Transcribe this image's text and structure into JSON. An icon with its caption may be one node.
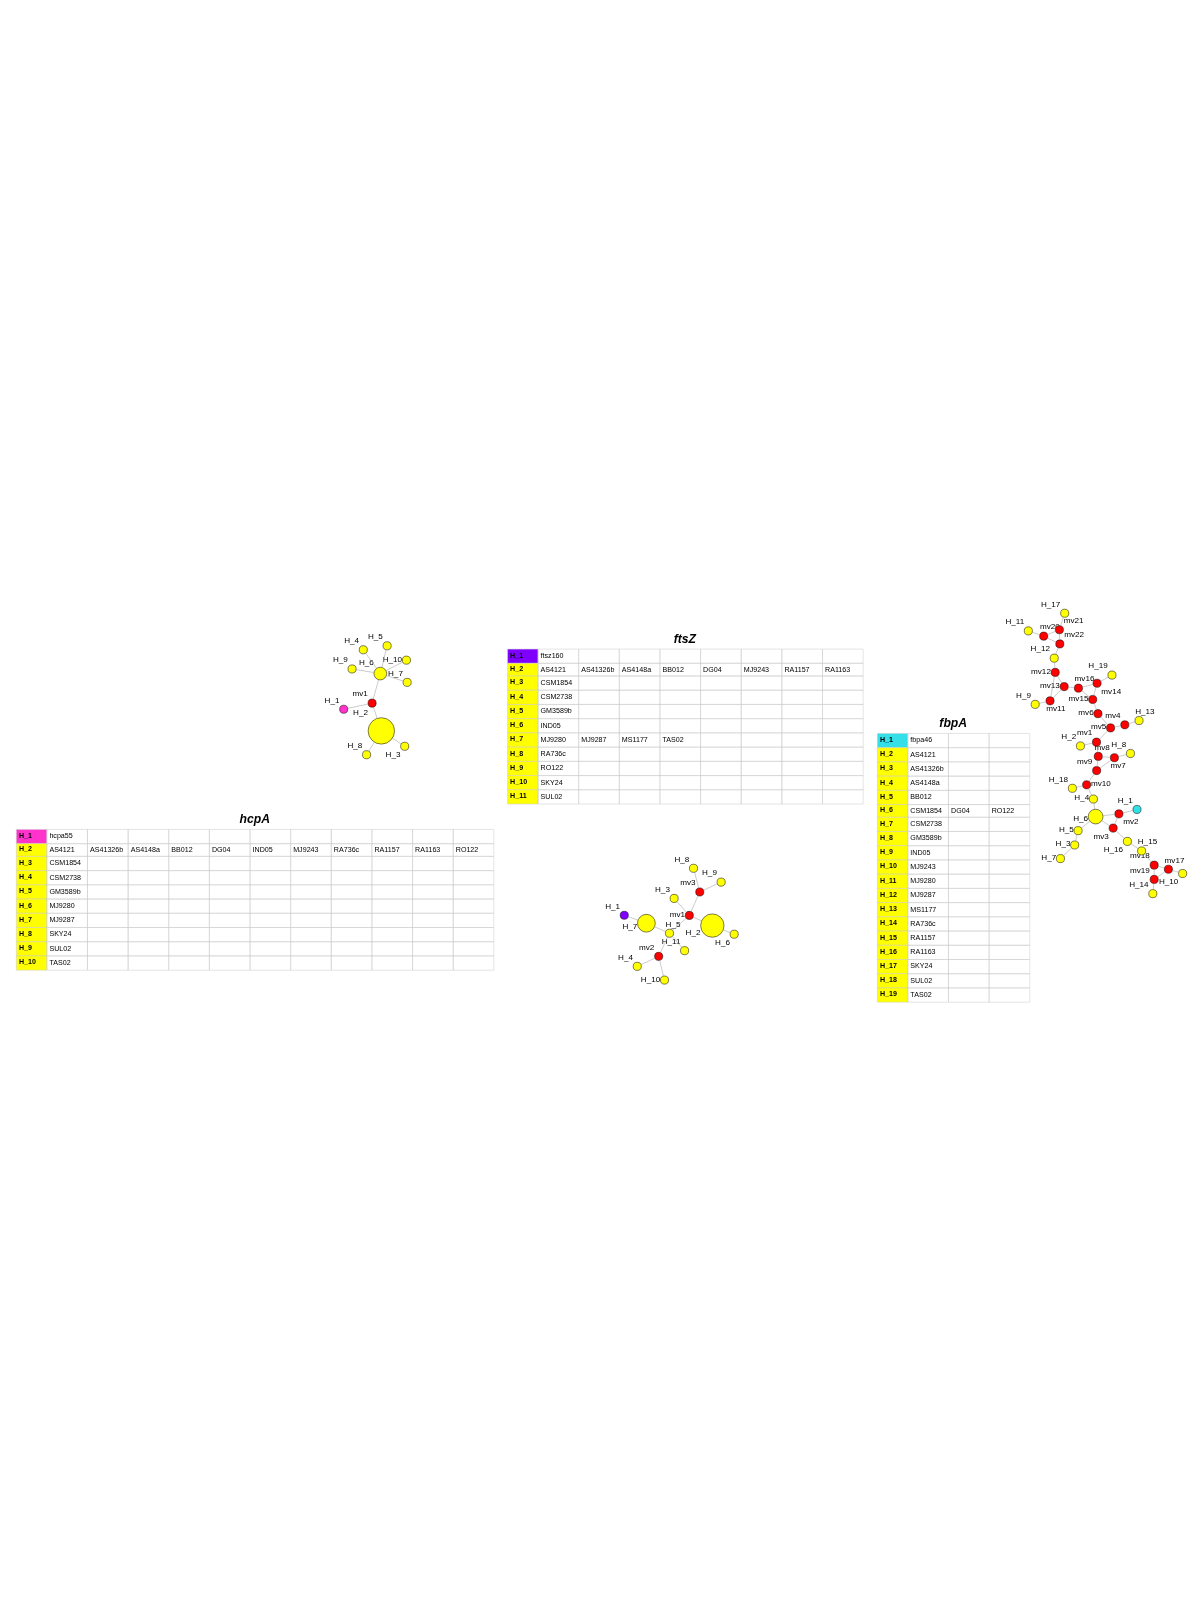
{
  "diagram": {
    "nodes": [
      {
        "text": [
          "H_4"
        ]
      },
      {
        "text": [
          "H_7"
        ]
      },
      {
        "text": [
          "H_9"
        ]
      },
      {
        "text": [
          "H_5"
        ]
      },
      {
        "text": [
          "H_10"
        ]
      },
      {
        "text": [
          "H_6"
        ]
      },
      {
        "text": [
          "H_8"
        ]
      },
      {
        "text": [
          "H_2"
        ]
      },
      {
        "text": [
          "H_3"
        ]
      },
      {
        "text": [
          "mv1"
        ]
      },
      {
        "text": [
          "H_1"
        ]
      },
      {
        "text": [
          "H_1"
        ]
      },
      {
        "text": [
          "H_6"
        ]
      },
      {
        "text": [
          "H_11"
        ]
      },
      {
        "text": [
          "H_8"
        ]
      },
      {
        "text": [
          "H_2"
        ]
      },
      {
        "text": [
          "H_7"
        ]
      },
      {
        "text": [
          "H_10"
        ]
      },
      {
        "text": [
          "H_5"
        ]
      },
      {
        "text": [
          "H_3"
        ]
      },
      {
        "text": [
          "mv2"
        ]
      },
      {
        "text": [
          "mv1"
        ]
      },
      {
        "text": [
          "H_4"
        ]
      },
      {
        "text": [
          "mv3"
        ]
      },
      {
        "text": [
          "H_9"
        ]
      },
      {
        "text": [
          "H_14"
        ]
      },
      {
        "text": [
          "H_1"
        ]
      },
      {
        "text": [
          "H_18"
        ]
      },
      {
        "text": [
          "mv2"
        ]
      },
      {
        "text": [
          "H_10"
        ]
      },
      {
        "text": [
          "mv3"
        ]
      },
      {
        "text": [
          "H_4"
        ]
      },
      {
        "text": [
          "mv19"
        ]
      },
      {
        "text": [
          "mv17"
        ]
      },
      {
        "text": [
          "H_6"
        ]
      },
      {
        "text": [
          "mv18"
        ]
      },
      {
        "text": [
          "H_11"
        ]
      },
      {
        "text": [
          "H_16"
        ]
      },
      {
        "text": [
          "H_8"
        ]
      },
      {
        "text": [
          "H_5"
        ]
      },
      {
        "text": [
          "H_15"
        ]
      },
      {
        "text": [
          "mv10"
        ]
      },
      {
        "text": [
          "mv7"
        ]
      },
      {
        "text": [
          "H_3"
        ]
      },
      {
        "text": [
          "mv9"
        ]
      },
      {
        "text": [
          "mv15"
        ]
      },
      {
        "text": [
          "mv8"
        ]
      },
      {
        "text": [
          "mv16"
        ]
      },
      {
        "text": [
          "H_12"
        ]
      },
      {
        "text": [
          "mv14"
        ]
      },
      {
        "text": [
          "H_7"
        ]
      },
      {
        "text": [
          "mv1"
        ]
      },
      {
        "text": [
          "mv5"
        ]
      },
      {
        "text": [
          "mv13"
        ]
      },
      {
        "text": [
          "mv6"
        ]
      },
      {
        "text": [
          "mv12"
        ]
      },
      {
        "text": [
          "mv4"
        ]
      },
      {
        "text": [
          "mv11"
        ]
      },
      {
        "text": [
          "H_2"
        ]
      },
      {
        "text": [
          "mv22"
        ]
      },
      {
        "text": [
          "H_19"
        ]
      },
      {
        "text": [
          "mv20"
        ]
      },
      {
        "text": [
          "H_13"
        ]
      },
      {
        "text": [
          "H_9"
        ]
      },
      {
        "text": [
          "mv21"
        ]
      },
      {
        "text": [
          "H_17"
        ]
      }
    ],
    "edges": [
      {
        "from": 10,
        "to": 9,
        "arrow": "none"
      },
      {
        "from": 9,
        "to": 5,
        "arrow": "none"
      },
      {
        "from": 9,
        "to": 7,
        "arrow": "none"
      },
      {
        "from": 5,
        "to": 0,
        "arrow": "none"
      },
      {
        "from": 5,
        "to": 1,
        "arrow": "none"
      },
      {
        "from": 5,
        "to": 2,
        "arrow": "none"
      },
      {
        "from": 5,
        "to": 3,
        "arrow": "none"
      },
      {
        "from": 5,
        "to": 4,
        "arrow": "none"
      },
      {
        "from": 7,
        "to": 6,
        "arrow": "none"
      },
      {
        "from": 7,
        "to": 8,
        "arrow": "none"
      },
      {
        "from": 19,
        "to": 21,
        "arrow": "none"
      },
      {
        "from": 21,
        "to": 15,
        "arrow": "none"
      },
      {
        "from": 15,
        "to": 12,
        "arrow": "none"
      },
      {
        "from": 21,
        "to": 18,
        "arrow": "none"
      },
      {
        "from": 18,
        "to": 13,
        "arrow": "none"
      },
      {
        "from": 18,
        "to": 16,
        "arrow": "none"
      },
      {
        "from": 16,
        "to": 11,
        "arrow": "none"
      },
      {
        "from": 18,
        "to": 20,
        "arrow": "none"
      },
      {
        "from": 20,
        "to": 17,
        "arrow": "none"
      },
      {
        "from": 20,
        "to": 22,
        "arrow": "none"
      },
      {
        "from": 21,
        "to": 23,
        "arrow": "none"
      },
      {
        "from": 23,
        "to": 14,
        "arrow": "none"
      },
      {
        "from": 23,
        "to": 24,
        "arrow": "none"
      },
      {
        "from": 25,
        "to": 32,
        "arrow": "none"
      },
      {
        "from": 29,
        "to": 33,
        "arrow": "none"
      },
      {
        "from": 33,
        "to": 32,
        "arrow": "none"
      },
      {
        "from": 33,
        "to": 35,
        "arrow": "none"
      },
      {
        "from": 32,
        "to": 35,
        "arrow": "none"
      },
      {
        "from": 35,
        "to": 40,
        "arrow": "none"
      },
      {
        "from": 40,
        "to": 37,
        "arrow": "none"
      },
      {
        "from": 37,
        "to": 30,
        "arrow": "none"
      },
      {
        "from": 26,
        "to": 28,
        "arrow": "none"
      },
      {
        "from": 28,
        "to": 30,
        "arrow": "none"
      },
      {
        "from": 28,
        "to": 34,
        "arrow": "none"
      },
      {
        "from": 30,
        "to": 34,
        "arrow": "none"
      },
      {
        "from": 50,
        "to": 43,
        "arrow": "none"
      },
      {
        "from": 43,
        "to": 39,
        "arrow": "none"
      },
      {
        "from": 39,
        "to": 34,
        "arrow": "none"
      },
      {
        "from": 34,
        "to": 31,
        "arrow": "none"
      },
      {
        "from": 31,
        "to": 41,
        "arrow": "none"
      },
      {
        "from": 27,
        "to": 41,
        "arrow": "none"
      },
      {
        "from": 41,
        "to": 44,
        "arrow": "none"
      },
      {
        "from": 44,
        "to": 42,
        "arrow": "none"
      },
      {
        "from": 38,
        "to": 42,
        "arrow": "none"
      },
      {
        "from": 42,
        "to": 46,
        "arrow": "none"
      },
      {
        "from": 44,
        "to": 46,
        "arrow": "none"
      },
      {
        "from": 46,
        "to": 51,
        "arrow": "none"
      },
      {
        "from": 51,
        "to": 58,
        "arrow": "none"
      },
      {
        "from": 51,
        "to": 52,
        "arrow": "none"
      },
      {
        "from": 52,
        "to": 54,
        "arrow": "none"
      },
      {
        "from": 52,
        "to": 56,
        "arrow": "none"
      },
      {
        "from": 56,
        "to": 62,
        "arrow": "none"
      },
      {
        "from": 54,
        "to": 45,
        "arrow": "none"
      },
      {
        "from": 45,
        "to": 49,
        "arrow": "none"
      },
      {
        "from": 45,
        "to": 47,
        "arrow": "none"
      },
      {
        "from": 47,
        "to": 49,
        "arrow": "none"
      },
      {
        "from": 49,
        "to": 60,
        "arrow": "none"
      },
      {
        "from": 47,
        "to": 53,
        "arrow": "none"
      },
      {
        "from": 53,
        "to": 55,
        "arrow": "none"
      },
      {
        "from": 53,
        "to": 57,
        "arrow": "none"
      },
      {
        "from": 55,
        "to": 57,
        "arrow": "none"
      },
      {
        "from": 57,
        "to": 63,
        "arrow": "none"
      },
      {
        "from": 55,
        "to": 48,
        "arrow": "none"
      },
      {
        "from": 48,
        "to": 59,
        "arrow": "none"
      },
      {
        "from": 59,
        "to": 61,
        "arrow": "none"
      },
      {
        "from": 59,
        "to": 64,
        "arrow": "none"
      },
      {
        "from": 61,
        "to": 64,
        "arrow": "none"
      },
      {
        "from": 36,
        "to": 61,
        "arrow": "none"
      },
      {
        "from": 64,
        "to": 65,
        "arrow": "none"
      }
    ],
    "labels": [
      "hcpA",
      "H_1",
      "hcpa55",
      "H_2",
      "AS4121",
      "AS41326b",
      "AS4148a",
      "BB012",
      "DG04",
      "IND05",
      "MJ9243",
      "RA736c",
      "RA1157",
      "RA1163",
      "RO122",
      "H_3",
      "CSM1854",
      "H_4",
      "CSM2738",
      "H_5",
      "GM3589b",
      "H_6",
      "MJ9280",
      "H_7",
      "MJ9287",
      "H_8",
      "SKY24",
      "H_9",
      "SUL02",
      "H_10",
      "TAS02",
      "ftsZ",
      "H_1",
      "ftsz160",
      "H_2",
      "AS4121",
      "AS41326b",
      "AS4148a",
      "BB012",
      "DG04",
      "MJ9243",
      "RA1157",
      "RA1163",
      "H_3",
      "CSM1854",
      "H_4",
      "CSM2738",
      "H_5",
      "GM3589b",
      "H_6",
      "IND05",
      "H_7",
      "MJ9280",
      "MJ9287",
      "MS1177",
      "TAS02",
      "H_8",
      "RA736c",
      "H_9",
      "RO122",
      "H_10",
      "SKY24",
      "H_11",
      "SUL02",
      "fbpA",
      "H_1",
      "fbpa46",
      "H_2",
      "AS4121",
      "H_3",
      "AS41326b",
      "H_4",
      "AS4148a",
      "H_5",
      "BB012",
      "H_6",
      "CSM1854",
      "DG04",
      "RO122",
      "H_7",
      "CSM2738",
      "H_8",
      "GM3589b",
      "H_9",
      "IND05",
      "H_10",
      "MJ9243",
      "H_11",
      "MJ9280",
      "H_12",
      "MJ9287",
      "H_13",
      "MS1177",
      "H_14",
      "RA736c",
      "H_15",
      "RA1157",
      "H_16",
      "RA1163",
      "H_17",
      "SKY24",
      "H_18",
      "SUL02",
      "H_19",
      "TAS02"
    ]
  }
}
